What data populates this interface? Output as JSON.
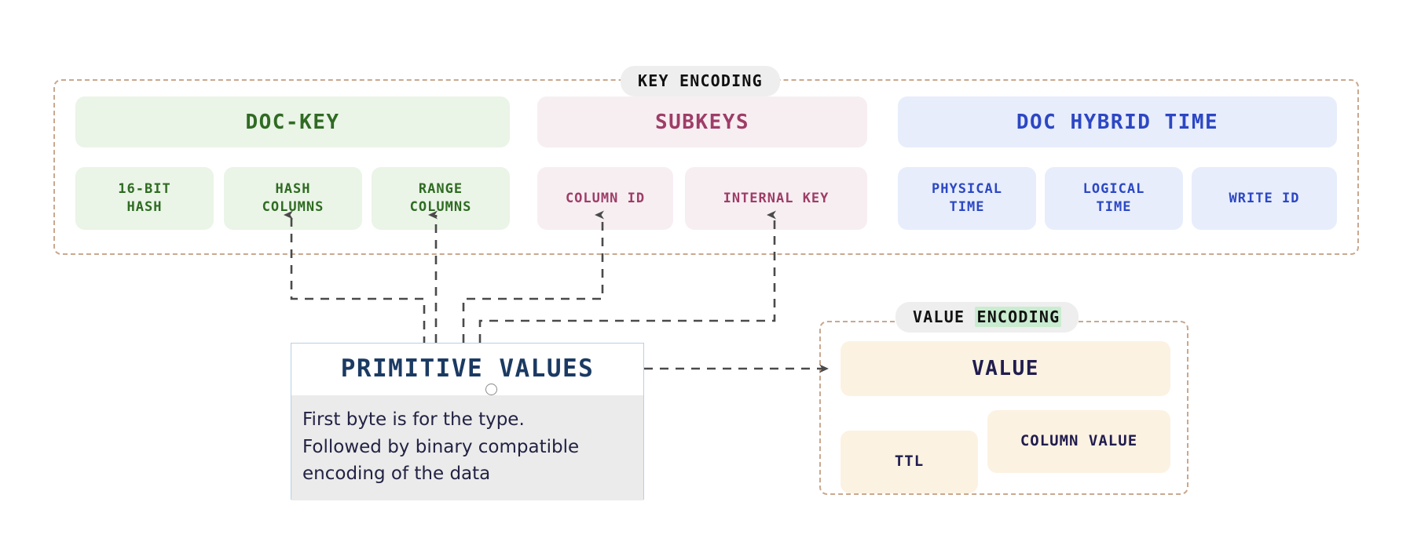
{
  "diagram": {
    "title": "DocDB key and value encoding layout",
    "colors": {
      "green": "#2f6b22",
      "green_bg": "#eaf4e7",
      "pink": "#9e3d67",
      "pink_bg": "#f7eef2",
      "blue": "#2c47c4",
      "blue_bg": "#e7edfb",
      "cream_bg": "#fcf2e2",
      "cream_text": "#211d4e",
      "note_border": "#b8cfe5",
      "note_title": "#1b3a63",
      "note_body_bg": "#ebebeb",
      "container_border": "#c9a88f",
      "label_bg": "#eeeeee",
      "highlight_green": "#c9ecd0",
      "connector": "#4a4a4a"
    },
    "key_encoding": {
      "label": "KEY ENCODING",
      "groups": [
        {
          "header": "DOC-KEY",
          "theme": "green",
          "items": [
            "16-BIT\nHASH",
            "HASH\nCOLUMNS",
            "RANGE\nCOLUMNS"
          ]
        },
        {
          "header": "SUBKEYS",
          "theme": "pink",
          "items": [
            "COLUMN ID",
            "INTERNAL KEY"
          ]
        },
        {
          "header": "DOC HYBRID TIME",
          "theme": "blue",
          "items": [
            "PHYSICAL\nTIME",
            "LOGICAL\nTIME",
            "WRITE ID"
          ]
        }
      ]
    },
    "value_encoding": {
      "label_plain": "VALUE ",
      "label_highlight": "ENCODING",
      "header": "VALUE",
      "items": [
        "TTL",
        "COLUMN VALUE"
      ]
    },
    "note": {
      "title": "PRIMITIVE VALUES",
      "body": "First byte is for the type.\nFollowed by binary compatible\nencoding of the data"
    }
  }
}
